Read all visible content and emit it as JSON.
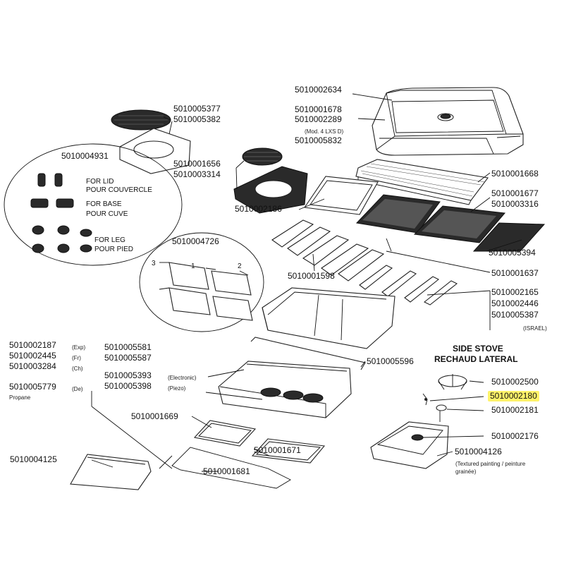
{
  "labels": {
    "lid": "5010002634",
    "lid_variants": [
      "5010001678",
      "5010002289"
    ],
    "lid_model_note": "(Mod. 4 LXS D)",
    "lid_variant_3": "5010005832",
    "warming_rack": "5010001668",
    "grates": [
      "5010001677",
      "5010003316"
    ],
    "griddle_plate": "5010005394",
    "flame_tamers": "5010001637",
    "burners": [
      "5010002165",
      "5010002446",
      "5010005387"
    ],
    "burners_note": "(ISRAEL)",
    "round_grate_top": [
      "5010005377",
      "5010005382"
    ],
    "round_grate_mid": [
      "5010001656",
      "5010003314"
    ],
    "plancha_plate": "5010002186",
    "feet_kit": "5010004931",
    "feet": {
      "lid_en": "FOR LID",
      "lid_fr": "POUR COUVERCLE",
      "base_en": "FOR BASE",
      "base_fr": "POUR CUVE",
      "leg_en": "FOR LEG",
      "leg_fr": "POUR PIED"
    },
    "heat_shields": "5010004726",
    "heat_shield_numbers": [
      "3",
      "1",
      "2"
    ],
    "vaporizers": "5010001598",
    "firebox": "5010005596",
    "control_panel": [
      "5010005581",
      "5010005587"
    ],
    "ignition": [
      "5010005393",
      "5010005398"
    ],
    "ignition_notes": [
      "(Electronic)",
      "(Piezo)"
    ],
    "manifold": [
      "5010002187",
      "5010002445",
      "5010003284"
    ],
    "manifold_notes": [
      "(Exp)",
      "(Fr)",
      "(Ch)"
    ],
    "manifold_de": "5010005779",
    "manifold_de_note": "(De)",
    "propane": "Propane",
    "grease_tray": "5010001669",
    "drip_pan": "5010001671",
    "tray_holder": "5010001681",
    "side_shelf": "5010004125",
    "side_stove": {
      "title_en": "SIDE STOVE",
      "title_fr": "RECHAUD LATERAL",
      "trivet": "5010002500",
      "highlight_part": "5010002180",
      "knob": "5010002181",
      "burner": "5010002176",
      "body": "5010004126",
      "body_note_1": "(Textured painting / peinture",
      "body_note_2": "grainée)"
    }
  },
  "highlight_color": "#fff36a"
}
